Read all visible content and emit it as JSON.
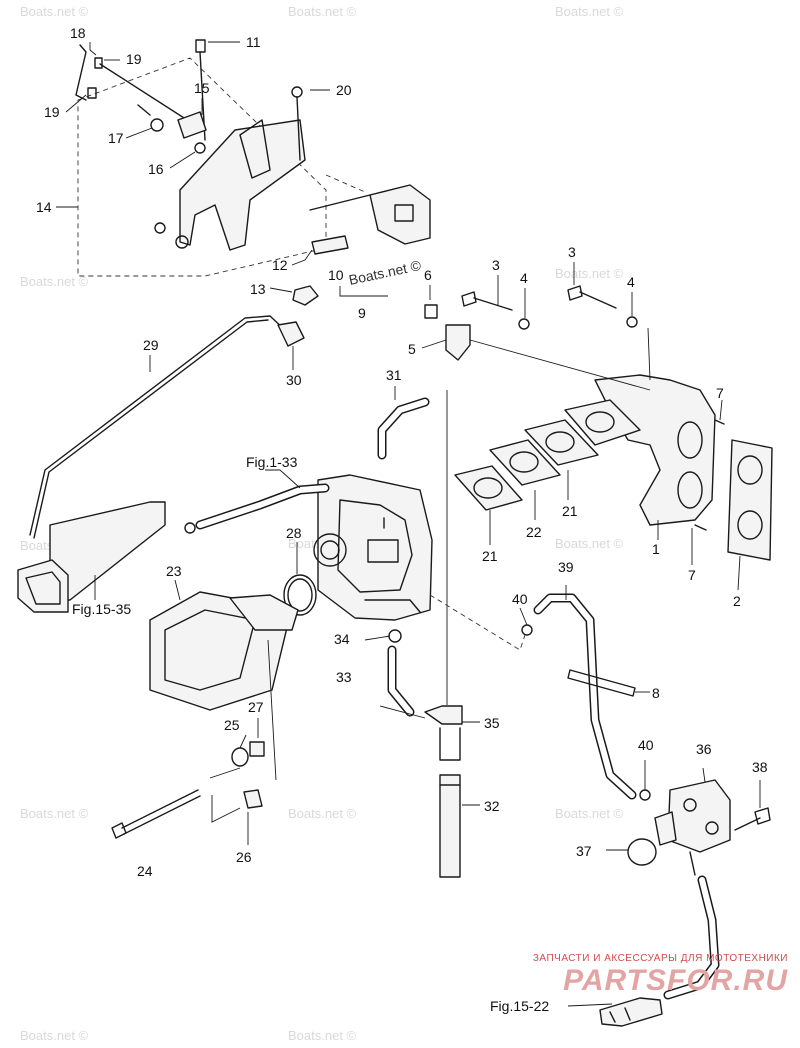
{
  "callouts": {
    "c1": "1",
    "c2": "2",
    "c3a": "3",
    "c3b": "3",
    "c4a": "4",
    "c4b": "4",
    "c5": "5",
    "c6": "6",
    "c7a": "7",
    "c7b": "7",
    "c8": "8",
    "c9": "9",
    "c10": "10",
    "c11": "11",
    "c12": "12",
    "c13": "13",
    "c14": "14",
    "c15": "15",
    "c16": "16",
    "c17": "17",
    "c18": "18",
    "c19a": "19",
    "c19b": "19",
    "c20": "20",
    "c21a": "21",
    "c21b": "21",
    "c22": "22",
    "c23": "23",
    "c24": "24",
    "c25": "25",
    "c26": "26",
    "c27": "27",
    "c28": "28",
    "c29": "29",
    "c30": "30",
    "c31": "31",
    "c32": "32",
    "c33": "33",
    "c34": "34",
    "c35": "35",
    "c36": "36",
    "c37": "37",
    "c38": "38",
    "c39": "39",
    "c40a": "40",
    "c40b": "40"
  },
  "figure_refs": {
    "fig1_33": "Fig.1-33",
    "fig15_35": "Fig.15-35",
    "fig15_22": "Fig.15-22"
  },
  "watermarks": {
    "wm1": "Boats.net ©",
    "wm2": "Boats.net ©",
    "wm3": "Boats.net ©",
    "wm4": "Boats.net ©",
    "wm5": "Boats.net ©",
    "wm6": "Boats.net ©",
    "wm7": "Boats.net ©",
    "wm8": "Boats.net ©",
    "wm9": "Boats.net ©",
    "wm10": "Boats.net ©",
    "wm11": "Boats.net ©",
    "wm12": "Boats.net ©",
    "wm13": "Boats.net ©",
    "wm14": "Boats.net ©"
  },
  "brand": {
    "tagline": "ЗАПЧАСТИ И АКСЕССУАРЫ ДЛЯ МОТОТЕХНИКИ",
    "logo": "PARTSFOR.RU"
  }
}
